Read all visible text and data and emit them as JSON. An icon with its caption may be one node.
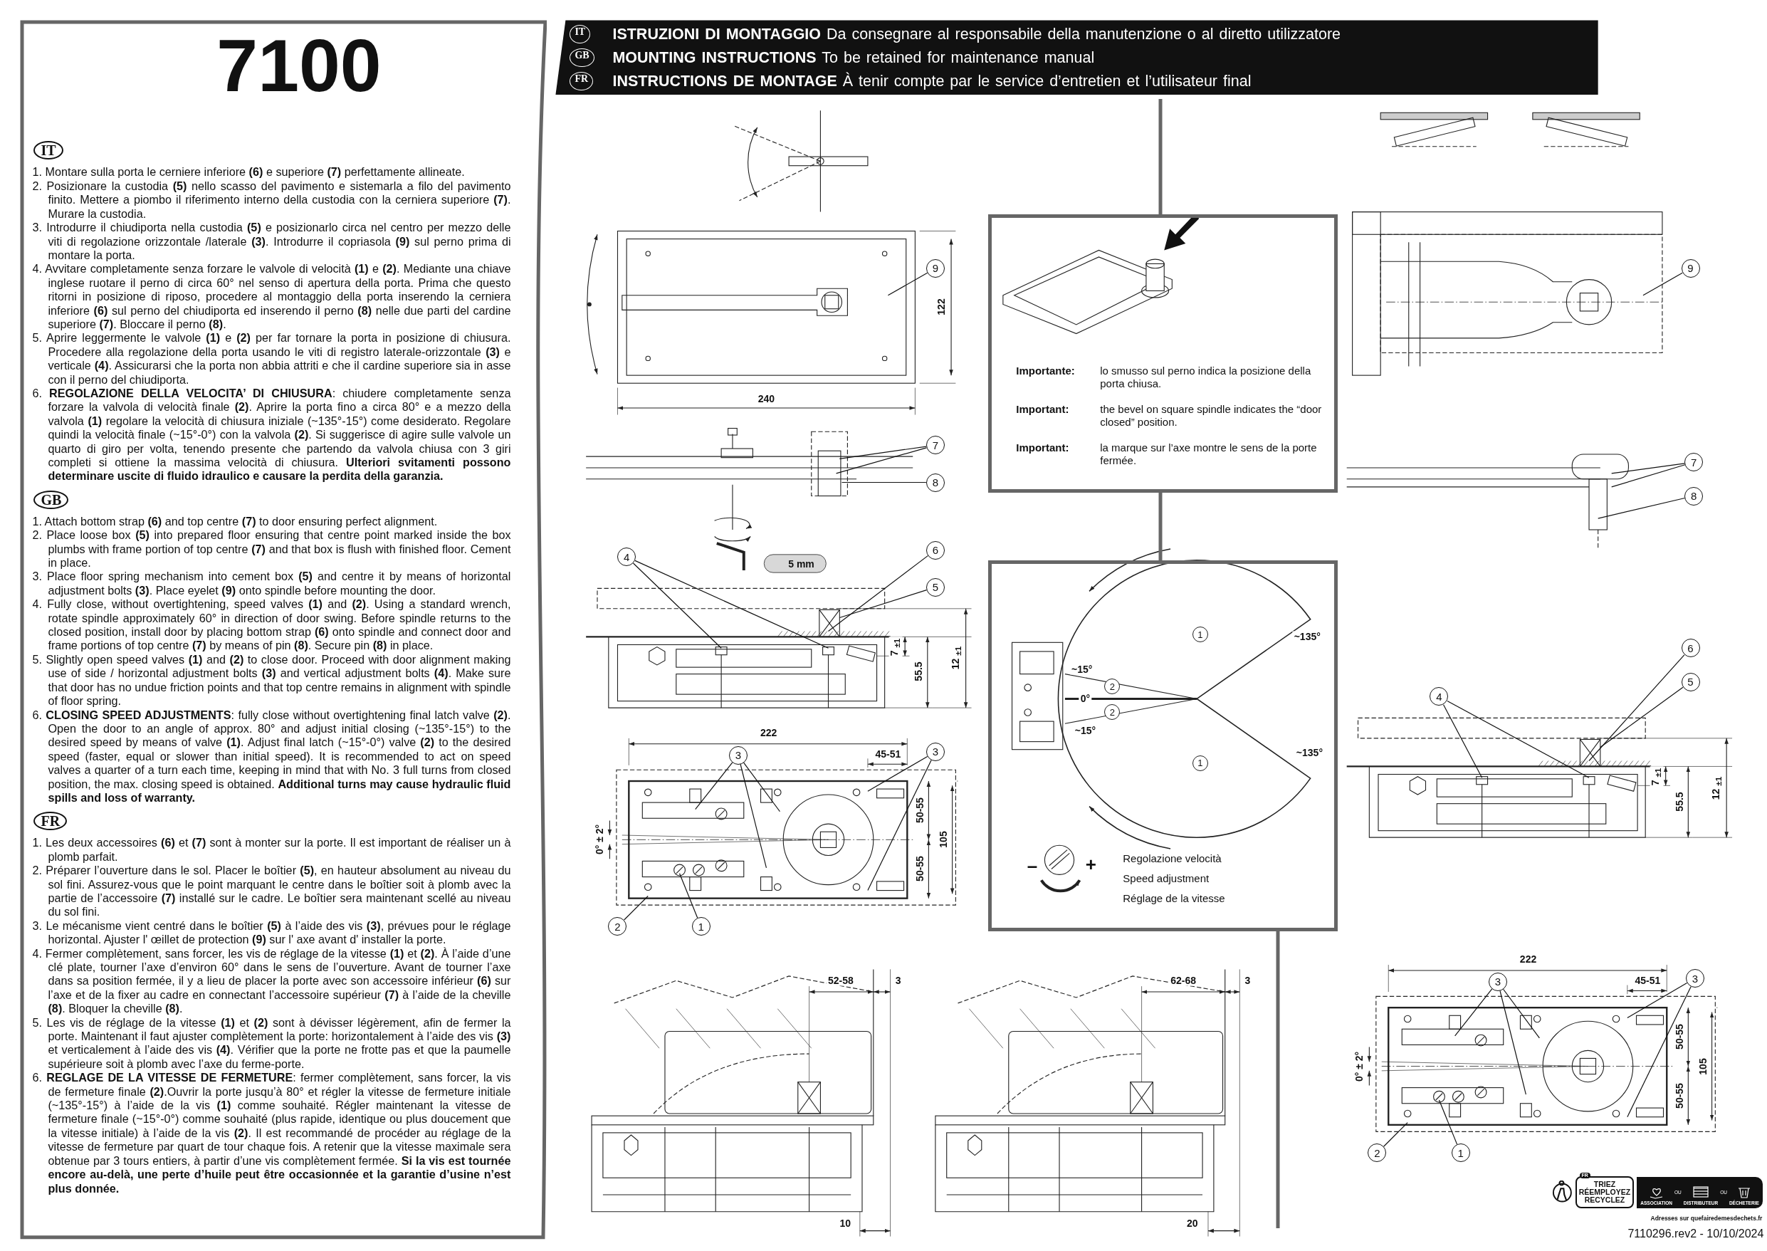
{
  "diagram": {
    "title": "7100",
    "nodes": [
      {
        "text": [
          "IT",
          "1. Montare sulla porta le cerniere inferiore **(6)** e superiore **(7)** perfettamente allineate.",
          "2. Posizionare la custodia **(5)** nello scasso del pavimento e sistemarla a filo del pavimento finito. Mettere a piombo il riferimento interno della custodia con la cerniera superiore **(7)**. Murare la custodia.",
          "3. Introdurre il chiudiporta nella custodia **(5)** e posizionarlo circa nel centro per mezzo delle viti di regolazione orizzontale /laterale **(3)**. Introdurre il copriasola **(9)** sul perno prima di montare la porta.",
          "4. Avvitare completamente senza forzare le valvole di velocità **(1)** e **(2)**. Mediante una chiave inglese ruotare il perno di circa 60° nel senso di apertura della porta. Prima che questo ritorni in posizione di riposo, procedere al montaggio della porta inserendo la cerniera inferiore **(6)** sul perno del chiudiporta ed inserendo il perno **(8)** nelle due parti del cardine superiore **(7)**. Bloccare il perno **(8)**.",
          "5. Aprire leggermente le valvole **(1)** e **(2)** per far tornare la porta in posizione di chiusura. Procedere alla regolazione della porta usando le viti di registro laterale-orizzontale **(3)** e verticale **(4)**. Assicurarsi che la porta non abbia attriti e che il cardine superiore sia in asse con il perno del chiudiporta.",
          "6. **REGOLAZIONE DELLA VELOCITA’ DI CHIUSURA**: chiudere completamente senza forzare la valvola di velocità finale **(2)**. Aprire la porta fino a circa 80° e a mezzo della valvola **(1)** regolare la velocità di chiusura iniziale (~135°-15°) come desiderato. Regolare quindi la velocità finale (~15°-0°) con la valvola **(2)**. Si suggerisce di agire sulle valvole un quarto di giro per volta, tenendo presente che partendo da valvola chiusa con 3 giri completi si ottiene la massima velocità di chiusura. **Ulteriori svitamenti possono determinare uscite di fluido idraulico e causare la perdita della garanzia.**",
          "GB",
          "1. Attach bottom strap **(6)** and top centre **(7)** to door ensuring perfect alignment.",
          "2. Place loose box **(5)** into prepared floor ensuring that centre point marked inside the box plumbs with frame portion of top centre **(7)** and that box is flush with finished floor. Cement in place.",
          "3. Place floor spring mechanism into cement box **(5)** and centre it by means of horizontal adjustment bolts **(3)**. Place eyelet **(9)** onto spindle before mounting the door.",
          "4. Fully close, without overtightening, speed valves **(1)** and **(2)**. Using a standard wrench, rotate spindle approximately 60° in direction of door swing. Before spindle returns to the closed position, install door by placing bottom strap **(6)** onto spindle and connect door and frame portions of top centre **(7)** by means of pin **(8)**. Secure pin **(8)** in place.",
          "5. Slightly open speed valves **(1)** and **(2)** to close door. Proceed with door alignment making use of side / horizontal adjustment bolts **(3)** and vertical adjustment bolts **(4)**. Make sure that door has no undue friction points and that top centre remains in alignment with spindle of floor spring.",
          "6. **CLOSING SPEED ADJUSTMENTS**: fully close without overtightening final latch valve **(2)**. Open the door to an angle of approx. 80° and adjust initial closing (~135°-15°) to the desired speed by means of valve **(1)**. Adjust final latch (~15°-0°) valve **(2)** to the desired speed (faster, equal or slower than initial speed). It is recommended to act on speed valves a quarter of a turn each time, keeping in mind that with No. 3 full turns from closed position, the max. closing speed is obtained. **Additional turns may cause hydraulic fluid spills and loss of warranty.**",
          "FR",
          "1. Les deux accessoires **(6)** et **(7)** sont à monter sur la porte. Il est important de réaliser un à plomb parfait.",
          "2. Préparer l’ouverture dans le sol. Placer le boîtier **(5)**, en hauteur absolument au niveau du sol fini. Assurez-vous que le point marquant le centre dans le boîtier soit à plomb avec la partie de l’accessoire **(7)** installé sur le cadre. Le boîtier sera maintenant scellé au niveau du sol fini.",
          "3. Le mécanisme vient centré dans le boîtier **(5)** à l’aide des vis **(3)**, prévues pour le réglage horizontal. Ajuster l' œillet de protection **(9)** sur l' axe avant d' installer la porte.",
          "4. Fermer complètement, sans forcer, les vis de réglage de la vitesse **(1)** et **(2)**. À l’aide d’une clé plate, tourner l’axe d’environ 60° dans le sens de l’ouverture. Avant de tourner l’axe dans sa position fermée, il y a lieu de placer la porte avec son accessoire inférieur **(6)** sur l’axe et de la fixer au cadre en connectant l’accessoire supérieur **(7)** à l’aide de la cheville **(8)**. Bloquer la cheville **(8)**.",
          "5. Les vis de réglage de la vitesse **(1)** et **(2)** sont à dévisser légèrement, afin de fermer la porte. Maintenant il faut ajuster complètement la porte: horizontalement à l’aide des vis **(3)** et verticalement à l’aide des vis **(4)**. Vérifier que la porte ne frotte pas et que la paumelle supérieure soit à plomb avec l’axe du ferme-porte.",
          "6. **REGLAGE DE LA VITESSE DE FERMETURE**: fermer complètement, sans forcer, la vis de fermeture finale **(2)**.Ouvrir la porte jusqu’à 80° et régler la vitesse de fermeture initiale (~135°-15°) à l’aide de la vis **(1)** comme souhaité. Régler maintenant la vitesse de fermeture finale (~15°-0°) comme souhaité (plus rapide, identique ou plus doucement que la vitesse initiale) à l’aide de la vis **(2)**. Il est recommandé de procéder au réglage de la vitesse de fermeture par quart de tour chaque fois. A retenir que la vitesse maximale sera obtenue par 3 tours entiers, à partir d’une vis complètement fermée. **Si la vis est tournée encore au-delà, une perte d’huile peut être occasionnée et la garantie d’usine n’est plus donnée.**"
        ]
      },
      {
        "text": [
          "IT",
          "**ISTRUZIONI DI MONTAGGIO** Da consegnare al responsabile della manutenzione o al diretto utilizzatore",
          "GB",
          "**MOUNTING INSTRUCTIONS** To be retained for maintenance manual",
          "FR",
          "**INSTRUCTIONS DE MONTAGE** À tenir compte par le service d’entretien et l’utilisateur final"
        ]
      },
      {
        "text": [
          "Importante:",
          "lo smusso sul perno indica la posizione della porta chiusa.",
          "Important:",
          "the bevel on square spindle indicates the “door closed” position.",
          "Important:",
          "la marque sur l’axe montre le sens de la porte fermée."
        ]
      },
      {
        "text": [
          "Regolazione velocità",
          "Speed adjustment",
          "Réglage de la vitesse"
        ]
      },
      {
        "text": [
          "9"
        ]
      },
      {
        "text": [
          "7"
        ]
      },
      {
        "text": [
          "8"
        ]
      },
      {
        "text": [
          "4"
        ]
      },
      {
        "text": [
          "6"
        ]
      },
      {
        "text": [
          "5"
        ]
      },
      {
        "text": [
          "3"
        ]
      },
      {
        "text": [
          "3"
        ]
      },
      {
        "text": [
          "2"
        ]
      },
      {
        "text": [
          "1"
        ]
      },
      {
        "text": [
          "9"
        ]
      },
      {
        "text": [
          "7"
        ]
      },
      {
        "text": [
          "8"
        ]
      },
      {
        "text": [
          "6"
        ]
      },
      {
        "text": [
          "5"
        ]
      },
      {
        "text": [
          "4"
        ]
      },
      {
        "text": [
          "3"
        ]
      },
      {
        "text": [
          "3"
        ]
      },
      {
        "text": [
          "2"
        ]
      },
      {
        "text": [
          "1"
        ]
      },
      {
        "text": [
          "FR",
          "TRIEZ RÉEMPLOYEZ RECYCLEZ",
          "ASSOCIATION",
          "OU",
          "DISTRIBUTEUR",
          "OU",
          "DÉCHETERIE"
        ]
      }
    ],
    "edges": [
      {
        "from": 4,
        "to": null,
        "arrow": "none"
      },
      {
        "from": 5,
        "to": null,
        "arrow": "none"
      },
      {
        "from": 5,
        "to": null,
        "arrow": "none"
      },
      {
        "from": 6,
        "to": null,
        "arrow": "none"
      },
      {
        "from": 7,
        "to": null,
        "arrow": "none"
      },
      {
        "from": 7,
        "to": null,
        "arrow": "none"
      },
      {
        "from": 8,
        "to": null,
        "arrow": "none"
      },
      {
        "from": 9,
        "to": null,
        "arrow": "none"
      },
      {
        "from": 10,
        "to": null,
        "arrow": "none"
      },
      {
        "from": 10,
        "to": null,
        "arrow": "none"
      },
      {
        "from": 10,
        "to": null,
        "arrow": "none"
      },
      {
        "from": 11,
        "to": null,
        "arrow": "none"
      },
      {
        "from": 11,
        "to": null,
        "arrow": "none"
      },
      {
        "from": 12,
        "to": null,
        "arrow": "none"
      },
      {
        "from": 13,
        "to": null,
        "arrow": "none"
      },
      {
        "from": 14,
        "to": null,
        "arrow": "none"
      },
      {
        "from": 15,
        "to": null,
        "arrow": "none"
      },
      {
        "from": 15,
        "to": null,
        "arrow": "none"
      },
      {
        "from": 16,
        "to": null,
        "arrow": "none"
      },
      {
        "from": 17,
        "to": null,
        "arrow": "none"
      },
      {
        "from": 18,
        "to": null,
        "arrow": "none"
      },
      {
        "from": 19,
        "to": null,
        "arrow": "none"
      },
      {
        "from": 19,
        "to": null,
        "arrow": "none"
      },
      {
        "from": 20,
        "to": null,
        "arrow": "none"
      },
      {
        "from": 20,
        "to": null,
        "arrow": "none"
      },
      {
        "from": 20,
        "to": null,
        "arrow": "none"
      },
      {
        "from": 21,
        "to": null,
        "arrow": "none"
      },
      {
        "from": 21,
        "to": null,
        "arrow": "none"
      },
      {
        "from": 22,
        "to": null,
        "arrow": "none"
      },
      {
        "from": 23,
        "to": null,
        "arrow": "none"
      }
    ],
    "labels": [
      "122",
      "240",
      "5 mm",
      "7 $_{±1}$",
      "55.5",
      "12 $_{±1}$",
      "222",
      "45-51",
      "0° ± 2°",
      "50-55",
      "50-55",
      "105",
      "52-58",
      "3",
      "10",
      "62-68",
      "3",
      "20",
      "~135°",
      "1",
      "~15°",
      "2",
      "0°",
      "2",
      "~15°",
      "1",
      "~135°",
      "–",
      "+",
      "7 $_{±1}$",
      "55.5",
      "12 $_{±1}$",
      "222",
      "45-51",
      "0° ± 2°",
      "50-55",
      "50-55",
      "105",
      "Adresses sur quefairedemesdechets.fr",
      "7110296.rev2 - 10/10/2024"
    ]
  }
}
